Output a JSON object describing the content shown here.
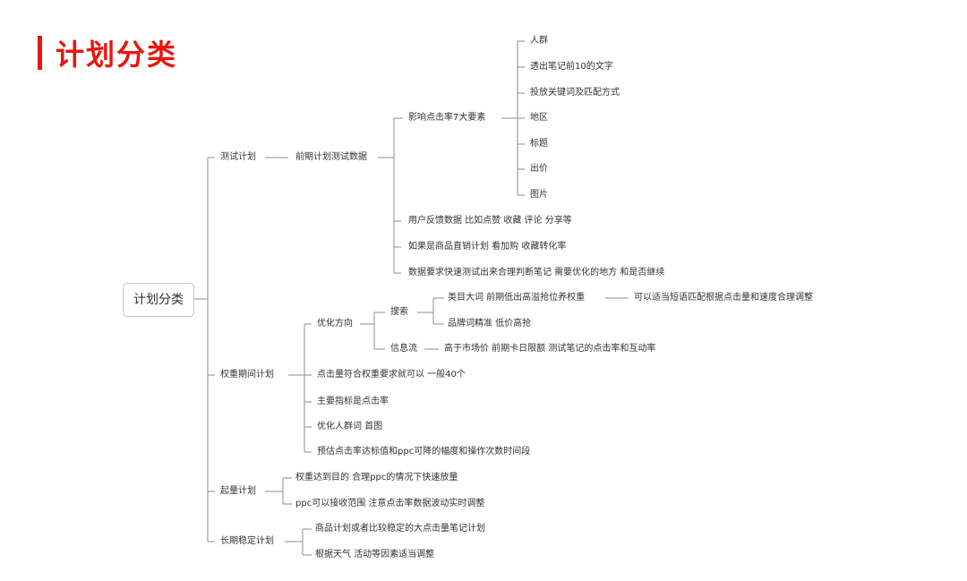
{
  "title": "计划分类",
  "root": "计划分类",
  "branches": {
    "test": {
      "label": "测试计划",
      "sub": "前期计划测试数据",
      "factors": {
        "label": "影响点击率7大要素",
        "items": [
          "人群",
          "透出笔记前10的文字",
          "投放关键词及匹配方式",
          "地区",
          "标题",
          "出价",
          "图片"
        ]
      },
      "notes": [
        "用户反馈数据 比如点赞 收藏 评论 分享等",
        "如果是商品直销计划 看加购 收藏转化率",
        "数据要求快速测试出来合理判断笔记 需要优化的地方 和是否继续"
      ]
    },
    "weight": {
      "label": "权重期间计划",
      "direction": {
        "label": "优化方向",
        "search": {
          "label": "搜索",
          "big_word": "类目大词 前期低出高溢抢位养权重",
          "big_word_note": "可以适当短语匹配根据点击量和速度合理调整",
          "brand": "品牌词精准 低价高抢"
        },
        "feed": {
          "label": "信息流",
          "note": "高于市场价 前期卡日限额 测试笔记的点击率和互动率"
        }
      },
      "items": [
        "点击量符合权重要求就可以 一般40个",
        "主要指标是点击率",
        "优化人群词 首图",
        "预估点击率达标值和ppc可降的幅度和操作次数时间段"
      ]
    },
    "scale": {
      "label": "起量计划",
      "items": [
        "权重达到目的 合理ppc的情况下快速放量",
        "ppc可以接收范围 注意点击率数据波动实时调整"
      ]
    },
    "stable": {
      "label": "长期稳定计划",
      "items": [
        "商品计划或者比较稳定的大点击量笔记计划",
        "根据天气 活动等因素适当调整"
      ]
    }
  }
}
